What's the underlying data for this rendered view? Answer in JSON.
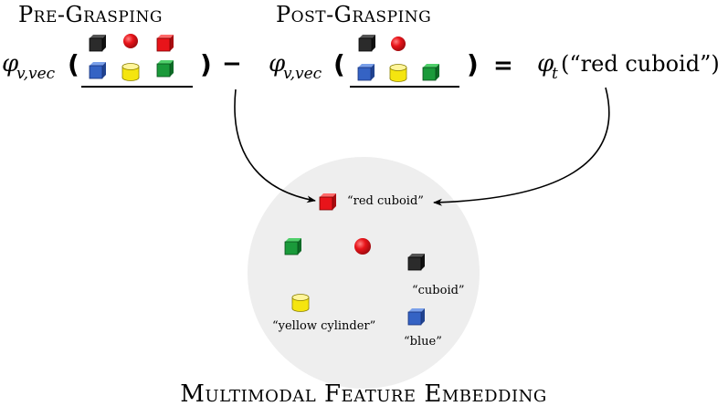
{
  "headings": {
    "pre": "Pre-Grasping",
    "post": "Post-Grasping",
    "space": "Multimodal Feature Embedding"
  },
  "equation": {
    "phi": "φ",
    "visual_subscript": "v,vec",
    "text_subscript": "t",
    "minus": "−",
    "equals": "=",
    "text_argument": "“red cuboid”"
  },
  "embedding_labels": {
    "red_cuboid": "“red cuboid”",
    "cuboid": "“cuboid”",
    "yellow_cylinder": "“yellow cylinder”",
    "blue": "“blue”"
  },
  "colors": {
    "black": "#2b2b2b",
    "red": "#e8141a",
    "green": "#1a9a3a",
    "blue": "#3563c4",
    "yellow": "#f5e50f",
    "embedding_bg": "#eeeeee"
  }
}
